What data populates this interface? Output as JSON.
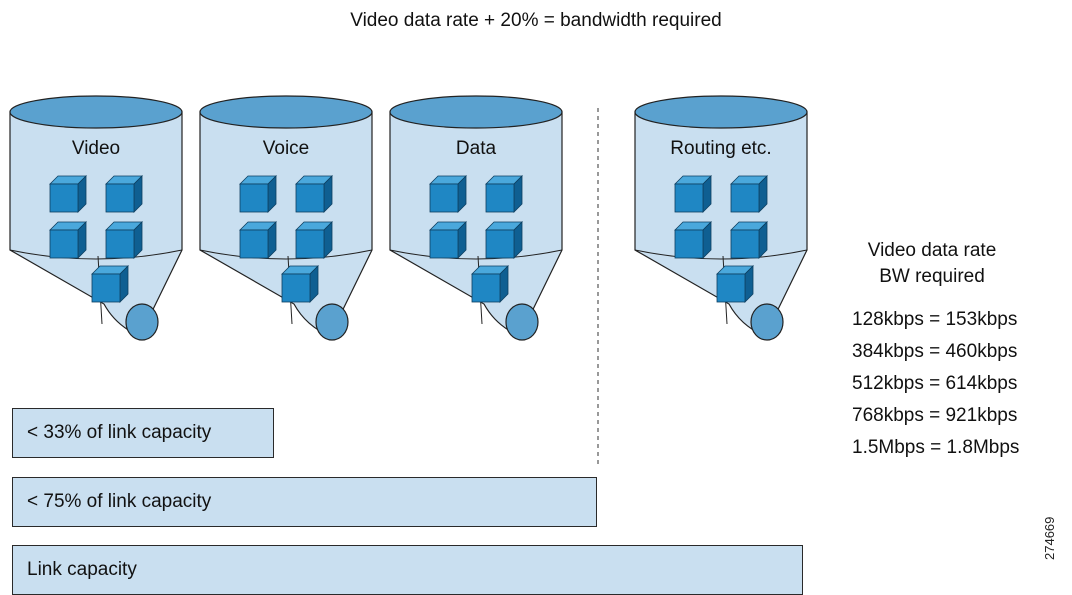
{
  "title": "Video data rate + 20% = bandwidth required",
  "queues": [
    {
      "label": "Video"
    },
    {
      "label": "Voice"
    },
    {
      "label": "Data"
    },
    {
      "label": "Routing etc."
    }
  ],
  "bars": [
    {
      "label": "< 33% of link capacity"
    },
    {
      "label": "< 75% of link capacity"
    },
    {
      "label": "Link capacity"
    }
  ],
  "legend": {
    "header_line1": "Video data rate",
    "header_line2": "BW required",
    "rows": [
      "128kbps = 153kbps",
      "384kbps = 460kbps",
      "512kbps = 614kbps",
      "768kbps = 921kbps",
      "1.5Mbps = 1.8Mbps"
    ]
  },
  "figure_number": "274669",
  "colors": {
    "bin_fill": "#c9dff0",
    "bin_top": "#5aa1cf",
    "cube_front": "#1f87c4",
    "cube_side": "#0f5f92",
    "cube_top": "#4aa8dc"
  }
}
